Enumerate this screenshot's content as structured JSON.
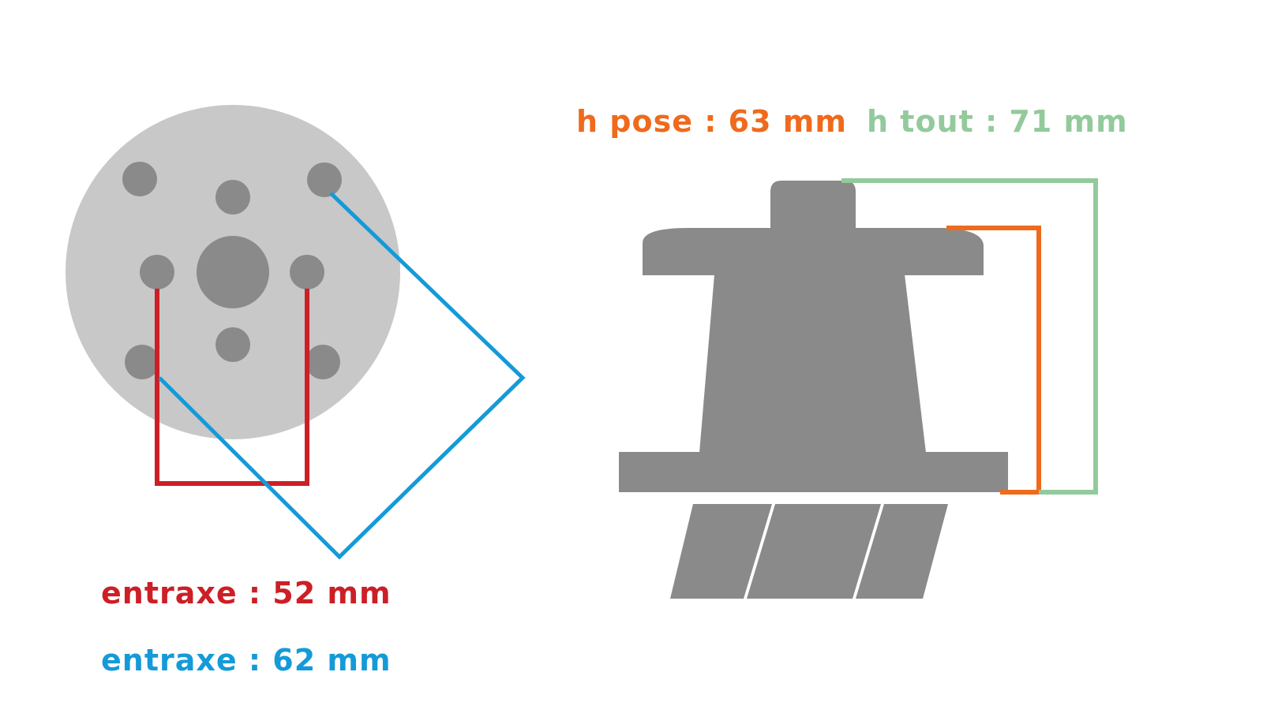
{
  "colors": {
    "red": "#cc1f26",
    "blue": "#159ad8",
    "orange": "#ef6a1c",
    "green": "#93ca9c",
    "disc": "#c8c8c8",
    "hole": "#8a8a8a",
    "part": "#8a8a8a"
  },
  "labels": {
    "entraxe_red": "entraxe : 52 mm",
    "entraxe_blue": "entraxe : 62 mm",
    "h_pose": "h pose : 63 mm",
    "h_tout": "h tout : 71 mm"
  }
}
